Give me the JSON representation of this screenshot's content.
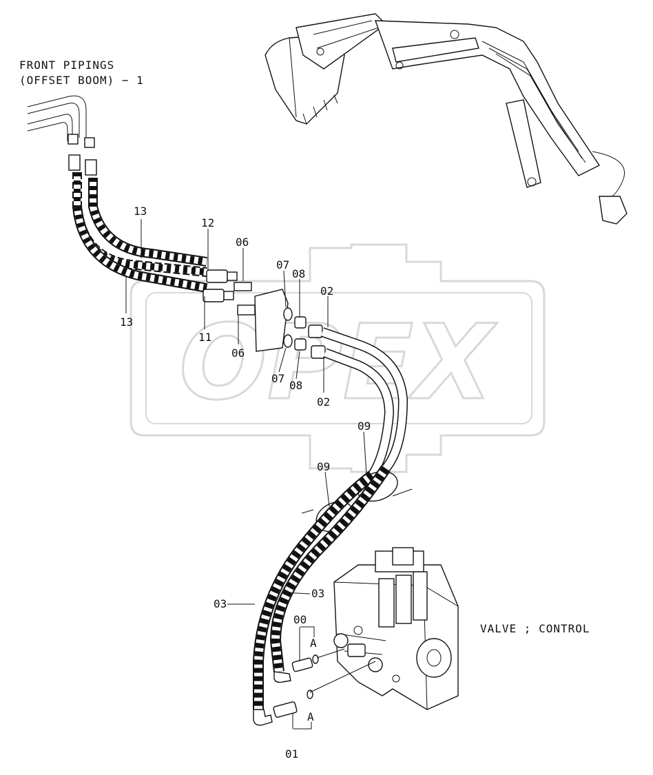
{
  "title_lines": [
    "FRONT PIPINGS",
    "(OFFSET BOOM) − 1"
  ],
  "watermark": "OPEX",
  "component_label": "VALVE ; CONTROL",
  "callouts": {
    "c13a": "13",
    "c13b": "13",
    "c12": "12",
    "c11": "11",
    "c06a": "06",
    "c06b": "06",
    "c07a": "07",
    "c07b": "07",
    "c08a": "08",
    "c08b": "08",
    "c02a": "02",
    "c02b": "02",
    "c09a": "09",
    "c09b": "09",
    "c03a": "03",
    "c03b": "03",
    "c00": "00",
    "c01": "01",
    "cAa": "A",
    "cAb": "A"
  },
  "colors": {
    "line": "#111111",
    "watermark": "#d8d8d8"
  }
}
